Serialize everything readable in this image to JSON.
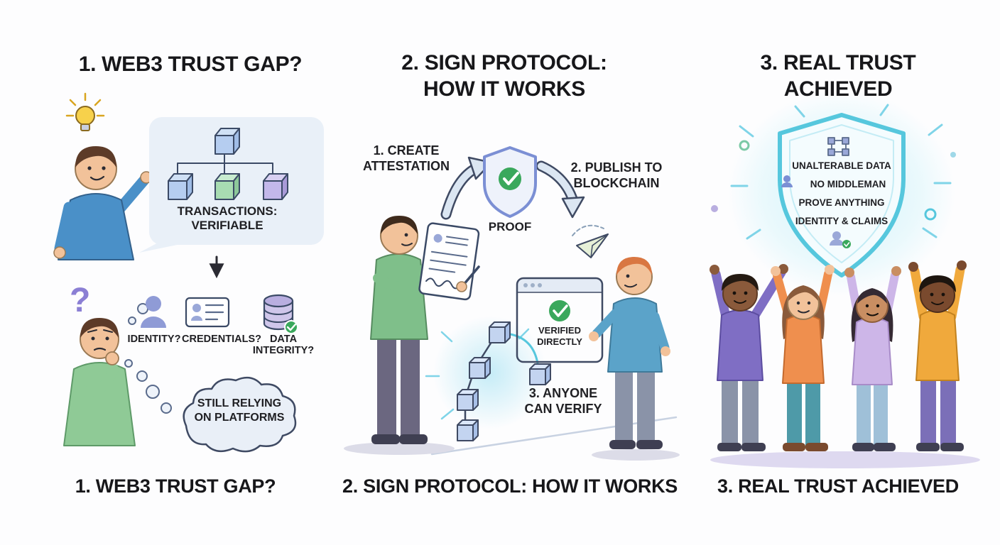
{
  "panel1": {
    "title": "1. WEB3 TRUST GAP?",
    "caption": "1. WEB3 TRUST GAP?",
    "bubble": {
      "line1": "TRANSACTIONS:",
      "line2": "VERIFIABLE"
    },
    "question_mark": "?",
    "labels": {
      "identity": "IDENTITY?",
      "credentials": "CREDENTIALS?",
      "data_line1": "DATA",
      "data_line2": "INTEGRITY?"
    },
    "cloud": {
      "line1": "STILL RELYING",
      "line2": "ON PLATFORMS"
    }
  },
  "panel2": {
    "title_line1": "2. SIGN PROTOCOL:",
    "title_line2": "HOW IT WORKS",
    "caption": "2. SIGN PROTOCOL: HOW IT WORKS",
    "steps": {
      "step1_line1": "1. CREATE",
      "step1_line2": "ATTESTATION",
      "step2_line1": "2. PUBLISH TO",
      "step2_line2": "BLOCKCHAIN",
      "step3_line1": "3. ANYONE",
      "step3_line2": "CAN VERIFY"
    },
    "proof_label": "PROOF",
    "verified_line1": "VERIFIED",
    "verified_line2": "DIRECTLY"
  },
  "panel3": {
    "title_line1": "3. REAL TRUST",
    "title_line2": "ACHIEVED",
    "caption": "3. REAL TRUST ACHIEVED",
    "shield_lines": [
      "UNALTERABLE DATA",
      "NO MIDDLEMAN",
      "PROVE ANYTHING",
      "IDENTITY & CLAIMS"
    ]
  },
  "colors": {
    "accent_cyan": "#56c7dd",
    "accent_green": "#3aa85c",
    "accent_purple": "#8b7fd4",
    "accent_blue": "#4a90c8",
    "ink": "#202024"
  }
}
